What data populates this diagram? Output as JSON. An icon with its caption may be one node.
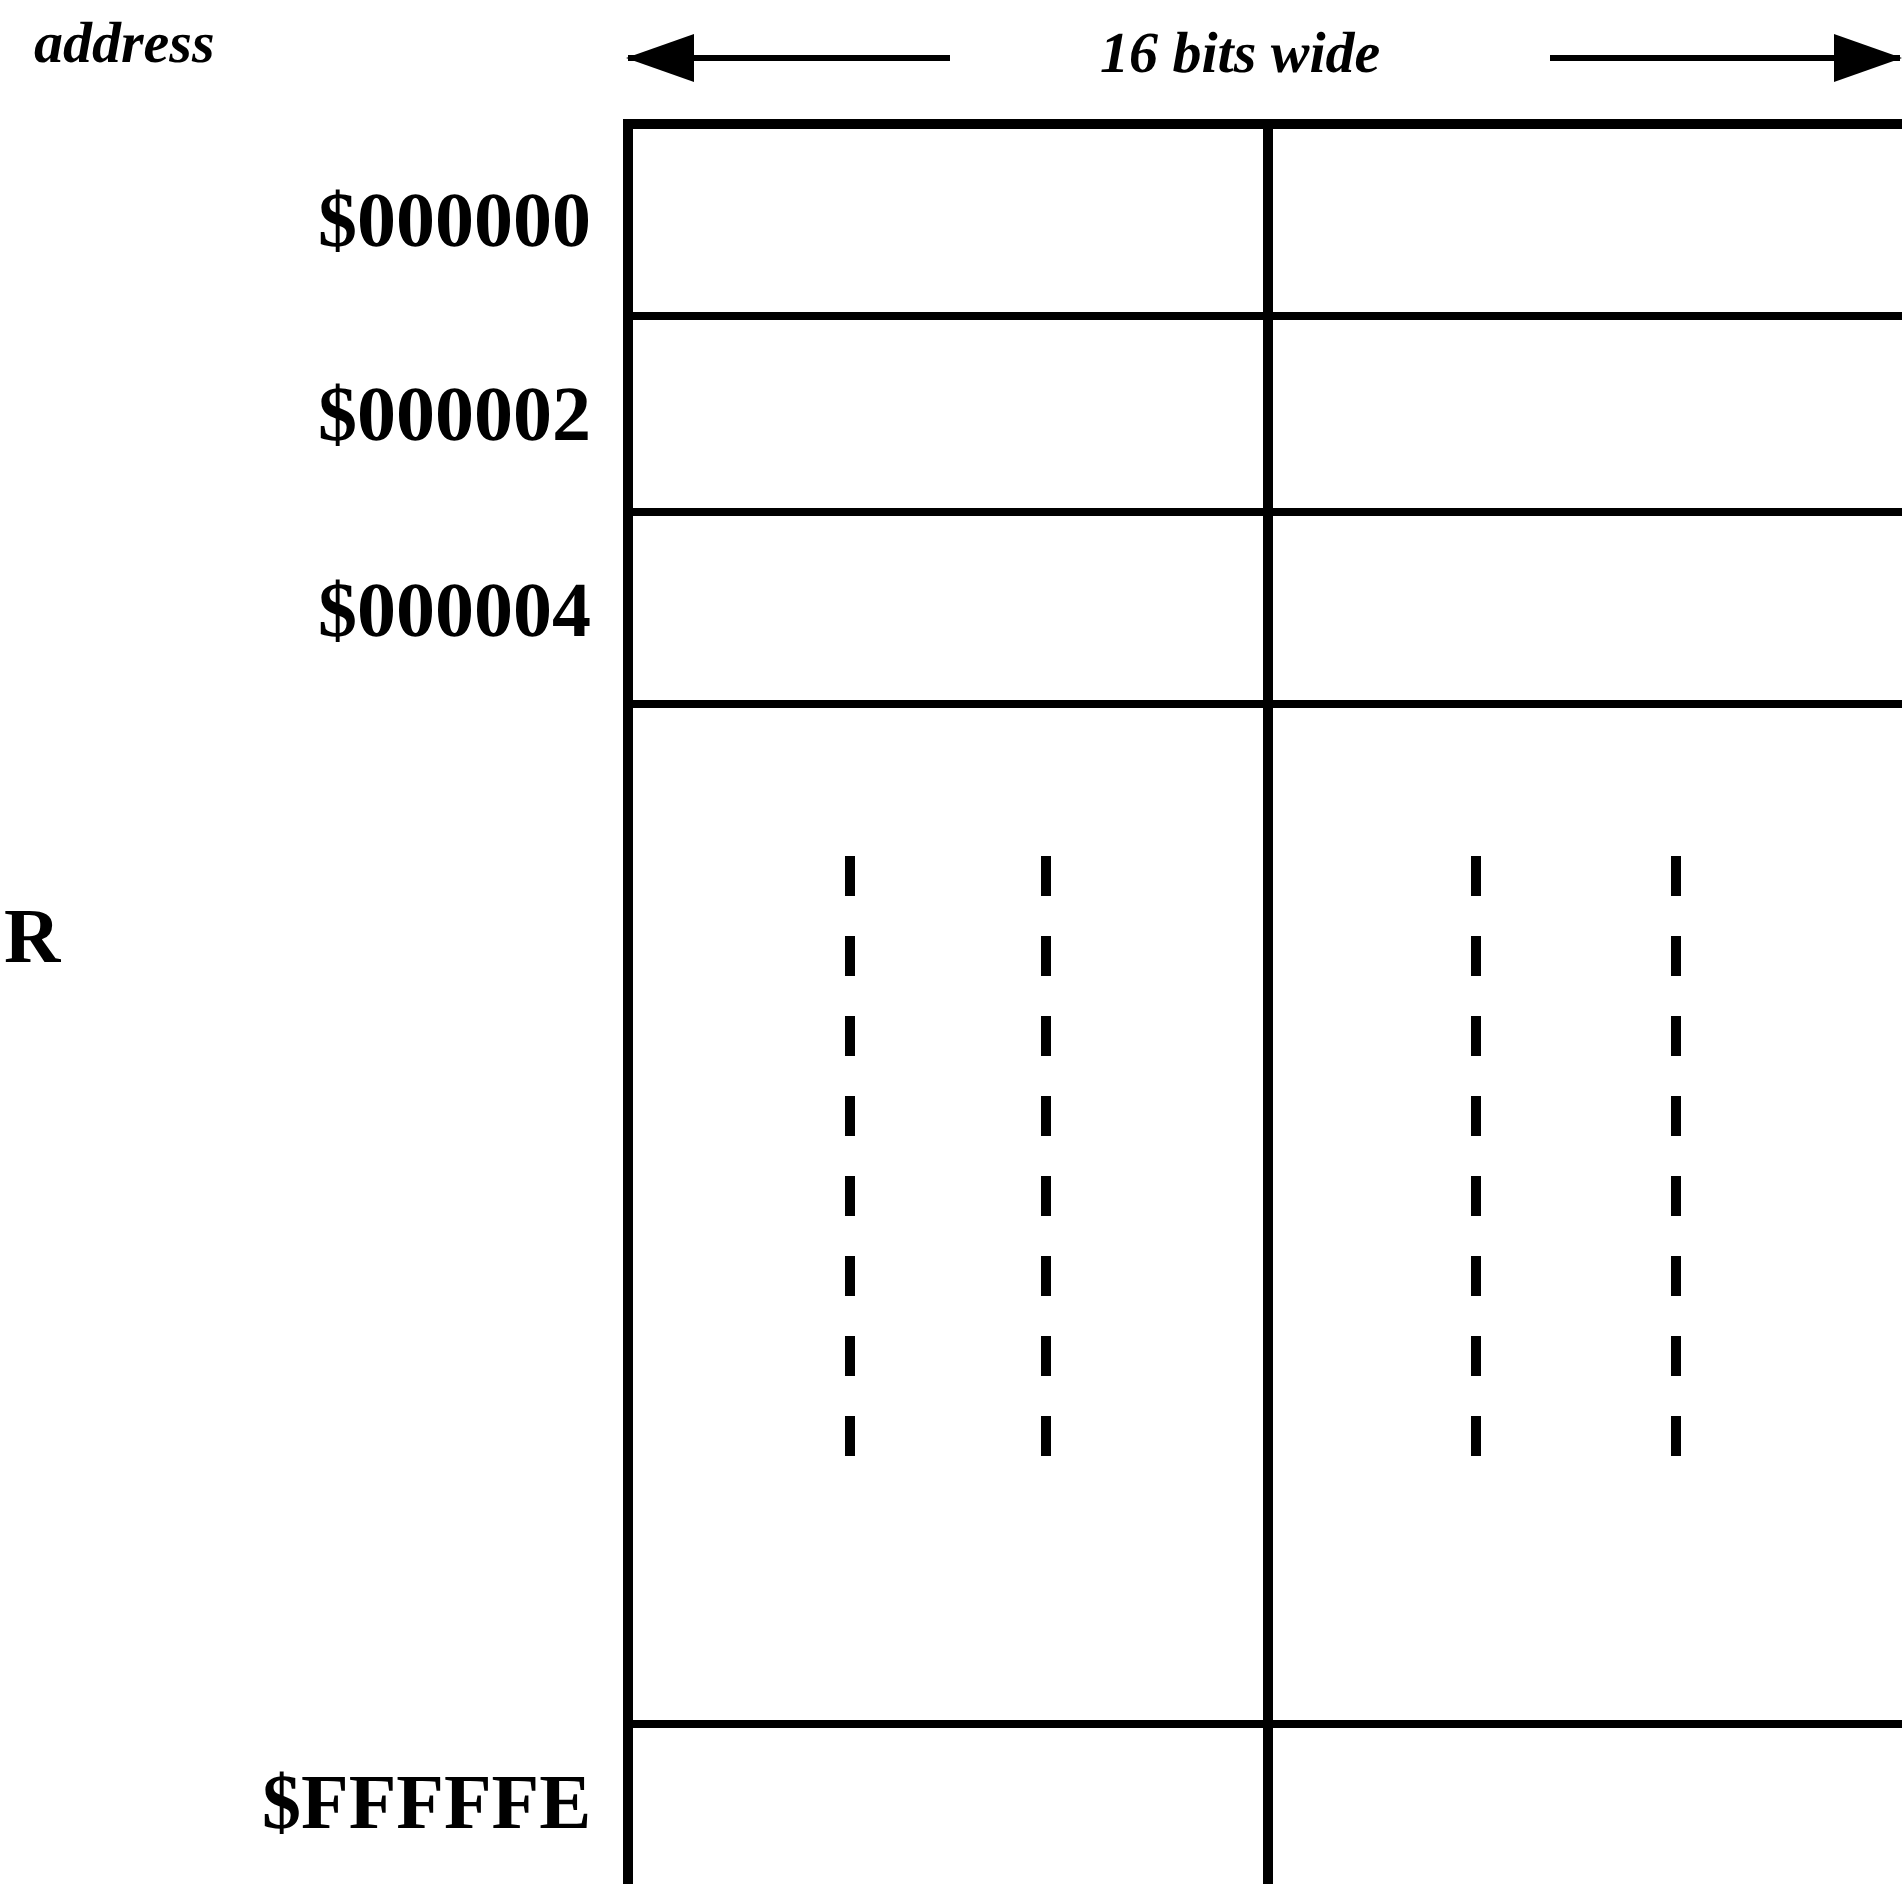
{
  "diagram": {
    "labels": [
      "address",
      "16 bits wide",
      "$000000",
      "$000002",
      "$000004",
      "R",
      "$FFFFFE"
    ]
  }
}
